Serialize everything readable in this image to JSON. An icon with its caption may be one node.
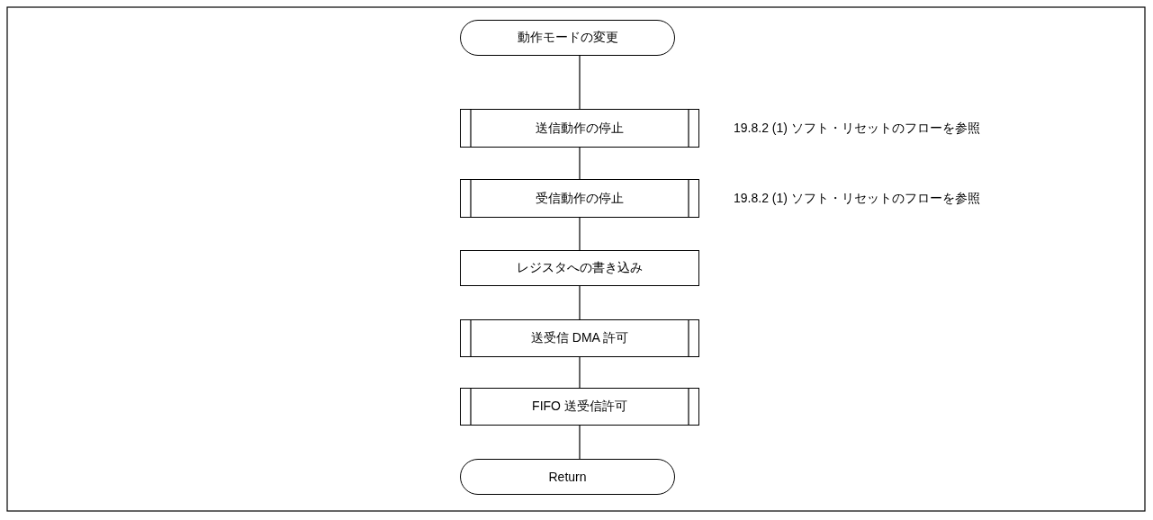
{
  "diagram": {
    "nodes": [
      {
        "text": [
          "動作モードの変更"
        ]
      },
      {
        "text": [
          "送信動作の停止"
        ],
        "beside": [
          "19.8.2 (1) ソフト・リセットのフローを参照"
        ]
      },
      {
        "text": [
          "受信動作の停止"
        ],
        "beside": [
          "19.8.2 (1) ソフト・リセットのフローを参照"
        ]
      },
      {
        "text": [
          "レジスタへの書き込み"
        ]
      },
      {
        "text": [
          "送受信 DMA 許可"
        ]
      },
      {
        "text": [
          "FIFO 送受信許可"
        ]
      },
      {
        "text": [
          "Return"
        ]
      }
    ],
    "edges": [
      {
        "from": 0,
        "to": 1,
        "arrow": "none"
      },
      {
        "from": 1,
        "to": 2,
        "arrow": "none"
      },
      {
        "from": 2,
        "to": 3,
        "arrow": "none"
      },
      {
        "from": 3,
        "to": 4,
        "arrow": "none"
      },
      {
        "from": 4,
        "to": 5,
        "arrow": "none"
      },
      {
        "from": 5,
        "to": 6,
        "arrow": "none"
      }
    ]
  }
}
